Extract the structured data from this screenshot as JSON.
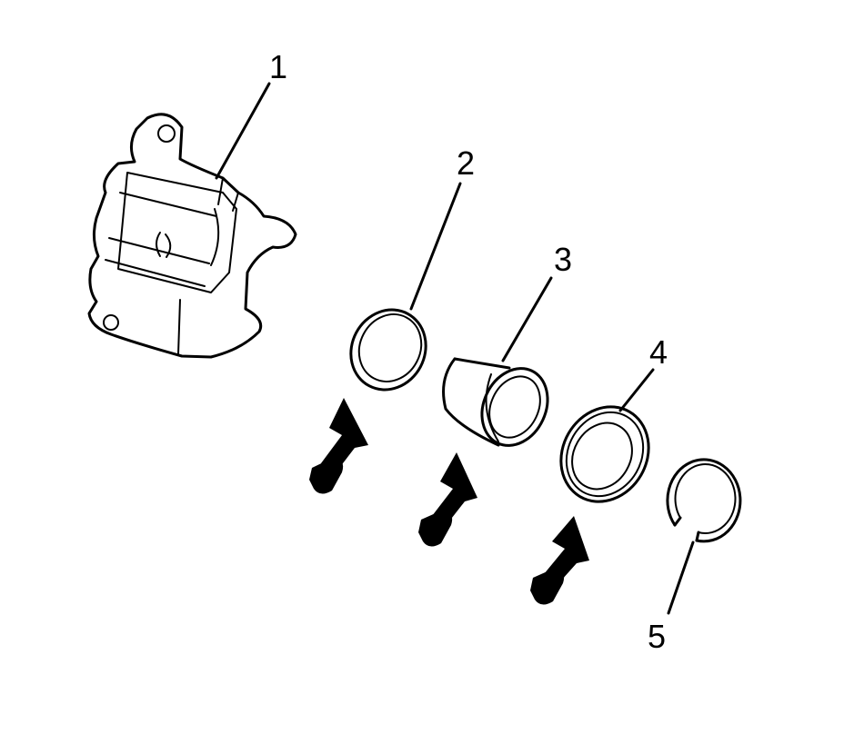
{
  "callouts": {
    "caliper": "1",
    "piston_seal": "2",
    "piston": "3",
    "dust_boot": "4",
    "retaining_ring": "5"
  },
  "colors": {
    "ink": "#000000",
    "background": "#ffffff"
  },
  "icons": {
    "lubricant_indicator": "grease-bottle-arrow-icon"
  }
}
